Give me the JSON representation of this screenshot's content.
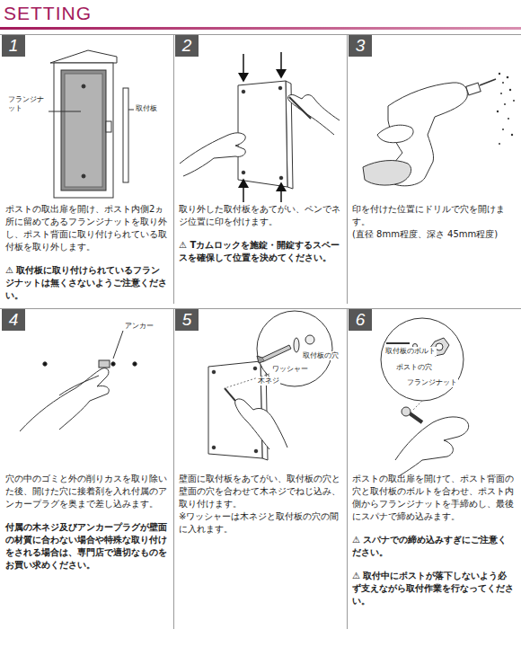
{
  "diagram": {
    "title": "SETTING",
    "nodes": [
      {
        "text": [
          "ポストの取出扉を開け、ポスト内側2ヵ所に留めてあるフランジナットを取り外し、ポスト背面に取り付けられている取付板を取り外します。",
          "⚠ 取付板に取り付けられているフランジナットは無くさないようご注意ください。"
        ]
      },
      {
        "text": [
          "1"
        ],
        "in": 0
      },
      {
        "text": [
          "取り外した取付板をあてがい、ペンでネジ位置に印を付けます。",
          "⚠ Tカムロックを施錠・開錠するスペースを確保して位置を決めてください。"
        ]
      },
      {
        "text": [
          "2"
        ],
        "in": 2
      },
      {
        "text": [
          "印を付けた位置にドリルで穴を開けます。",
          "(直径 8mm程度、深さ 45mm程度)"
        ]
      },
      {
        "text": [
          "3"
        ],
        "in": 4
      },
      {
        "text": [
          "穴の中のゴミと外の削りカスを取り除いた後、開けた穴に接着剤を入れ付属のアンカープラグを奥まで差し込みます。",
          "付属の木ネジ及びアンカープラグが壁面の材質に合わない場合や特殊な取り付けをされる場合は、専門店で適切なものをお買い求めください。"
        ]
      },
      {
        "text": [
          "4"
        ],
        "in": 6
      },
      {
        "text": [
          "壁面に取付板をあてがい、取付板の穴と壁面の穴を合わせて木ネジでねじ込み、取り付けます。",
          "※ワッシャーは木ネジと取付板の穴の間に入れます。"
        ]
      },
      {
        "text": [
          "5"
        ],
        "in": 8
      },
      {
        "text": [
          "ポストの取出扉を開けて、ポスト背面の穴と取付板のボルトを合わせ、ポスト内側からフランジナットを手締めし、最後にスパナで締め込みます。",
          "⚠ スパナでの締め込みすぎにご注意ください。",
          "⚠ 取付中にポストが落下しないよう必ず支えながら取付作業を行なってください。"
        ]
      },
      {
        "text": [
          "6"
        ],
        "in": 10
      }
    ],
    "labels": [
      "フランジナット",
      "取付板",
      "アンカー",
      "取付板の穴",
      "ワッシャー",
      "木ネジ",
      "取付板のボルト",
      "ポストの穴",
      "フランジナット"
    ]
  }
}
